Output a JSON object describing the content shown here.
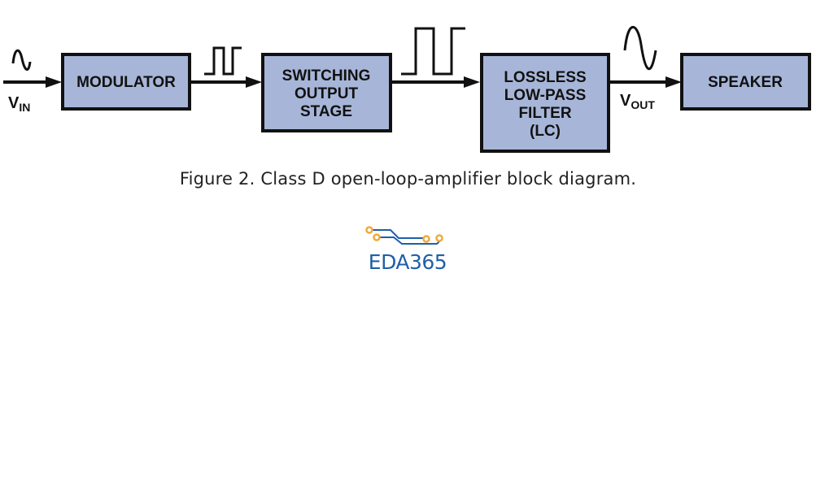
{
  "figure": {
    "caption": "Figure 2. Class D open-loop-amplifier block diagram.",
    "colors": {
      "block_fill": "#a7b6d8",
      "stroke": "#111111",
      "logo_blue": "#1f5fa8",
      "logo_orange": "#f0a93a"
    },
    "blocks": [
      {
        "id": "modulator",
        "lines": [
          "MODULATOR"
        ]
      },
      {
        "id": "switching-output-stage",
        "lines": [
          "SWITCHING",
          "OUTPUT",
          "STAGE"
        ]
      },
      {
        "id": "lossless-low-pass-filter",
        "lines": [
          "LOSSLESS",
          "LOW-PASS",
          "FILTER",
          "(LC)"
        ]
      },
      {
        "id": "speaker",
        "lines": [
          "SPEAKER"
        ]
      }
    ],
    "signals": {
      "input": {
        "main": "V",
        "sub": "IN",
        "waveform": "sine"
      },
      "modulator_out": {
        "waveform": "pulse"
      },
      "switching_out": {
        "waveform": "pulse-large"
      },
      "output": {
        "main": "V",
        "sub": "OUT",
        "waveform": "sine-large"
      }
    }
  },
  "logo": {
    "text": "EDA365"
  }
}
